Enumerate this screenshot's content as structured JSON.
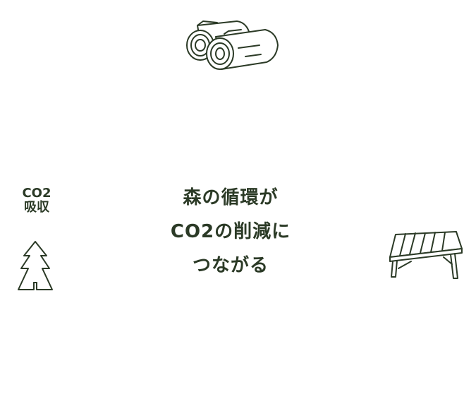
{
  "labels": {
    "co2_line1": "CO2",
    "co2_line2": "吸収"
  },
  "center": {
    "line1": "森の循環が",
    "line2": "CO2の削減に",
    "line3": "つながる"
  },
  "icons": {
    "logs": "logs-icon",
    "table": "table-icon",
    "tree": "tree-icon"
  },
  "colors": {
    "ink": "#2b3a26",
    "background": "#ffffff"
  }
}
